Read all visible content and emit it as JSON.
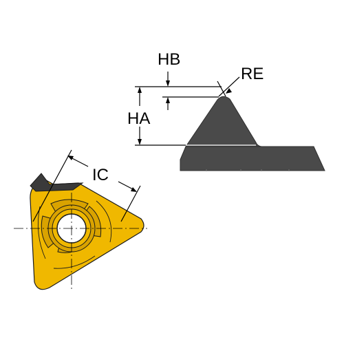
{
  "labels": {
    "hb": "HB",
    "re": "RE",
    "ha": "HA",
    "ic": "IC"
  },
  "colors": {
    "insert_yellow": "#f0b800",
    "profile_gray": "#4a4a4a",
    "line": "#000000"
  }
}
